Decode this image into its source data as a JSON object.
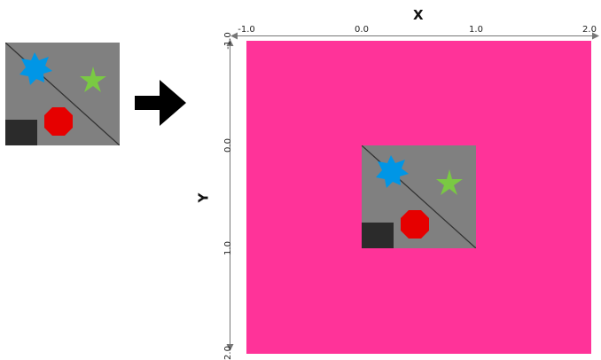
{
  "diagram": {
    "x_axis": {
      "title": "X",
      "ticks": [
        "-1.0",
        "0.0",
        "1.0",
        "2.0"
      ]
    },
    "y_axis": {
      "title": "Y",
      "ticks": [
        "-1.0",
        "0.0",
        "1.0",
        "2.0"
      ]
    },
    "colors": {
      "canvas_background": "#ff3399",
      "image_background": "#808080",
      "star_blue": "#0096e6",
      "star_green": "#7ac943",
      "octagon_red": "#e60000",
      "square_dark": "#2b2b2b",
      "arrow": "#000000"
    },
    "shapes": [
      "blue-star-icon",
      "green-star-icon",
      "red-octagon-icon",
      "dark-square-icon",
      "diagonal-line"
    ]
  }
}
